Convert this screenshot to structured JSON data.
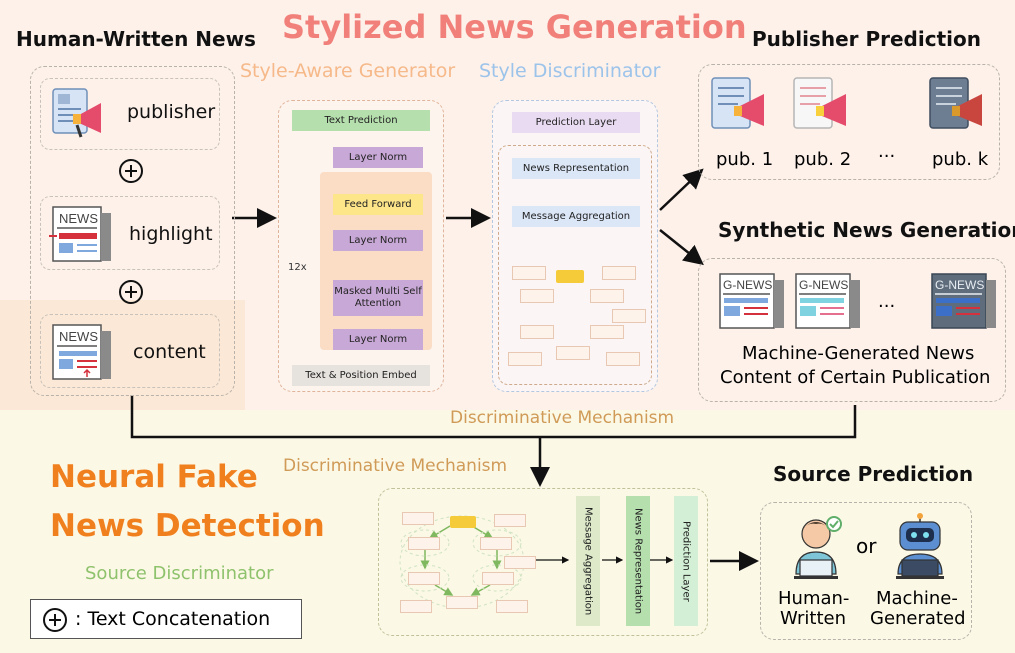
{
  "titles": {
    "main": "Stylized News Generation",
    "human_news": "Human-Written News",
    "style_aware_generator": "Style-Aware Generator",
    "style_discriminator": "Style Discriminator",
    "publisher_prediction": "Publisher Prediction",
    "synthetic_news": "Synthetic News Generation",
    "discriminative_top": "Discriminative Mechanism",
    "discriminative_bottom": "Discriminative Mechanism",
    "fake_detection_line1": "Neural Fake",
    "fake_detection_line2": "News Detection",
    "source_discriminator": "Source Discriminator",
    "source_prediction": "Source Prediction"
  },
  "inputs": {
    "publisher": "publisher",
    "highlight": "highlight",
    "content": "content"
  },
  "icons": {
    "news_tag": "NEWS",
    "gnews_tag": "G-NEWS"
  },
  "generator": {
    "text_prediction": "Text Prediction",
    "layer_norm_top": "Layer Norm",
    "feed_forward": "Feed Forward",
    "layer_norm_mid": "Layer Norm",
    "masked_attention": "Masked Multi Self Attention",
    "layer_norm_bottom": "Layer Norm",
    "embed": "Text & Position Embed",
    "repeat": "12x"
  },
  "style_disc": {
    "prediction_layer": "Prediction Layer",
    "news_representation": "News Representation",
    "message_aggregation": "Message Aggregation"
  },
  "source_disc": {
    "message_aggregation": "Message Aggregation",
    "news_representation": "News Representation",
    "prediction_layer": "Prediction Layer"
  },
  "publishers": {
    "pub1": "pub. 1",
    "pub2": "pub. 2",
    "dots": "···",
    "pubk": "pub. k"
  },
  "synthetic": {
    "dots": "···",
    "caption_line1": "Machine-Generated News",
    "caption_line2": "Content of Certain Publication"
  },
  "source": {
    "or": "or",
    "human_line1": "Human-",
    "human_line2": "Written",
    "machine_line1": "Machine-",
    "machine_line2": "Generated"
  },
  "legend": {
    "text": ": Text Concatenation"
  },
  "colors": {
    "title_red": "#f1807a",
    "orange": "#f07f1e",
    "tan": "#d09a57",
    "blue": "#8bb7e6",
    "green": "#7fb85e",
    "layer_norm": "#c8a8d6",
    "feed_forward": "#fde58a",
    "text_pred": "#b6dfae",
    "box_blue": "#dbe6f7",
    "box_lavender": "#e9dcf2"
  }
}
